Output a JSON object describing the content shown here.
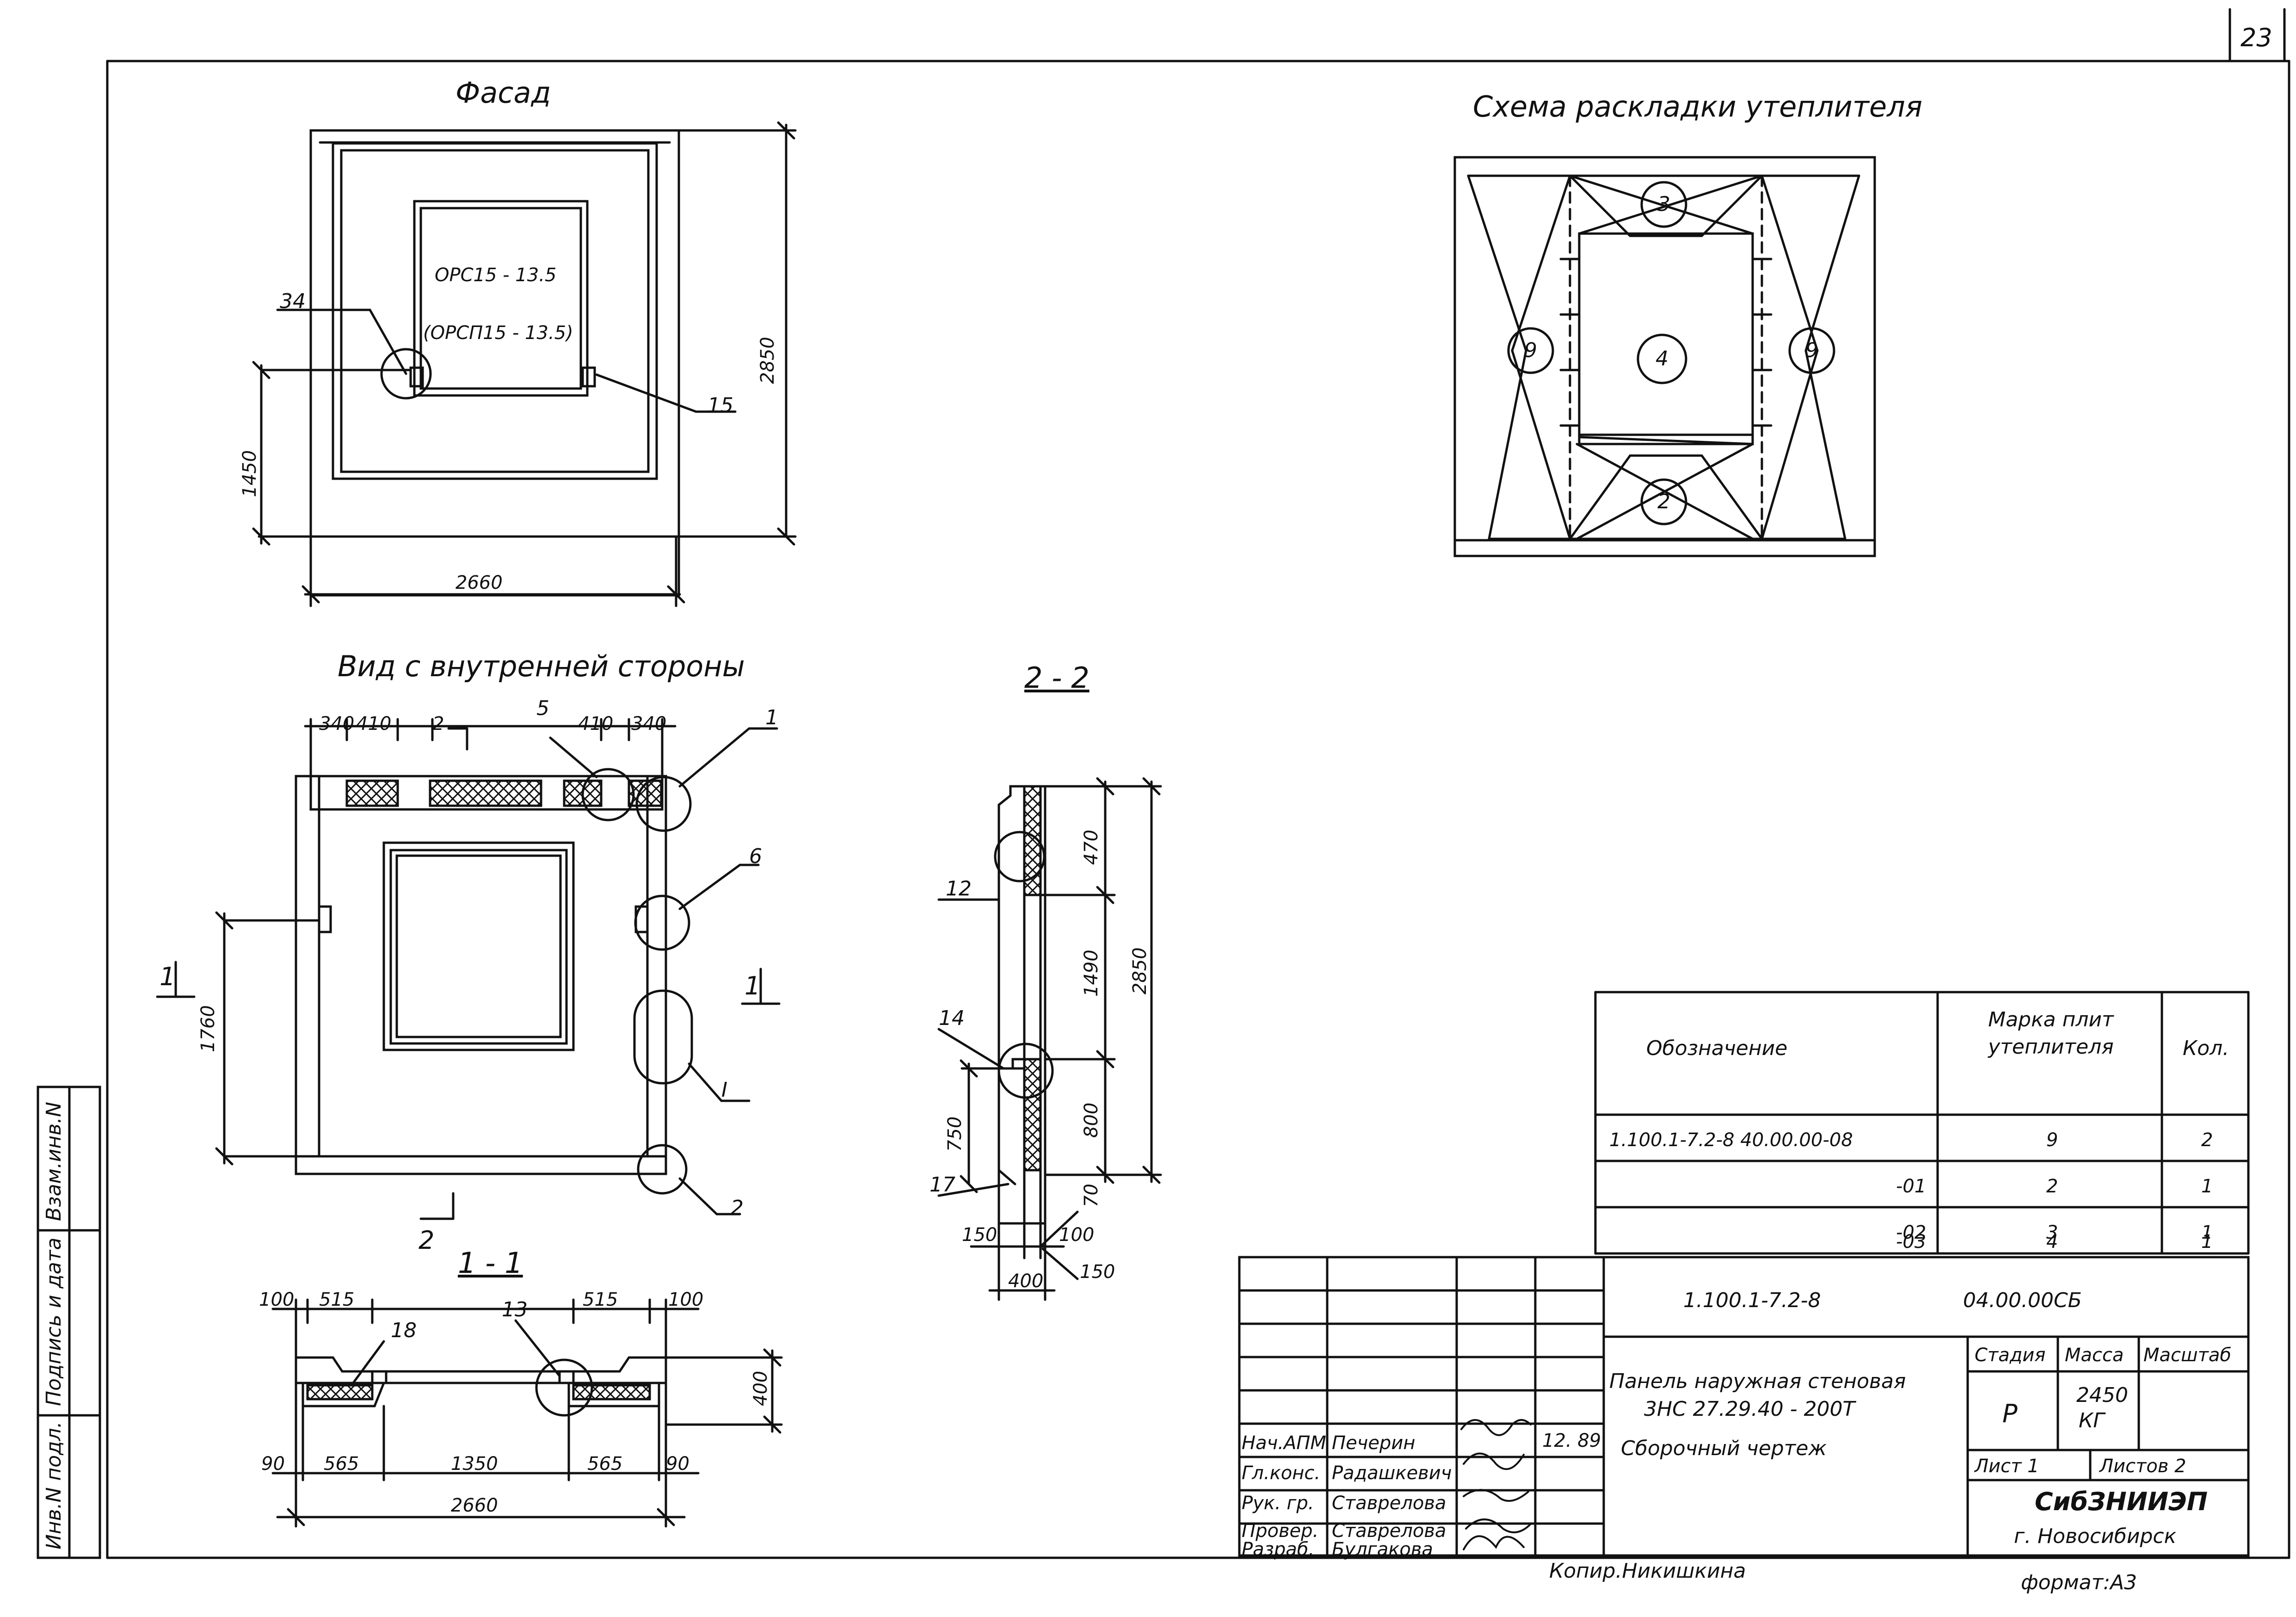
{
  "sheet": {
    "page_number": "23",
    "copied_by": "Копир.Никишкина",
    "format": "формат:А3"
  },
  "side_stamp": {
    "inv_no": "Инв.N подл.",
    "sign_date": "Подпись и дата",
    "replace_inv": "Взам.инв.N"
  },
  "facade": {
    "title": "Фасад",
    "window_mark": "ОРС15 - 13.5",
    "window_mark_alt": "(ОРСП15 - 13.5)",
    "callout_left": "34",
    "callout_right": "15",
    "dim_height": "2850",
    "dim_window_base": "1450",
    "dim_width": "2660"
  },
  "insulation_scheme": {
    "title": "Схема раскладки утеплителя",
    "pos_top": "3",
    "pos_left": "9",
    "pos_right": "9",
    "pos_center": "4",
    "pos_bottom": "2"
  },
  "inner_view": {
    "title": "Вид с внутренней стороны",
    "dims_top": [
      "340",
      "410",
      "2",
      "410",
      "340"
    ],
    "callout_5": "5",
    "callout_1": "1",
    "callout_6": "6",
    "callout_i": "I",
    "callout_2": "2",
    "dim_left": "1760",
    "cut_mark_left": "1",
    "cut_mark_right": "1",
    "cut_mark_bottom": "2"
  },
  "section_2_2": {
    "title": "2 - 2",
    "callout_12": "12",
    "callout_14": "14",
    "callout_17": "17",
    "dim_470": "470",
    "dim_1490": "1490",
    "dim_2850": "2850",
    "dim_800": "800",
    "dim_750": "750",
    "dim_70": "70",
    "dim_150a": "150",
    "dim_100": "100",
    "dim_150b": "150",
    "dim_400": "400"
  },
  "section_1_1": {
    "title": "1 - 1",
    "dim_100a": "100",
    "dim_515a": "515",
    "dim_515b": "515",
    "dim_100b": "100",
    "callout_18": "18",
    "callout_13": "13",
    "dim_400": "400",
    "dim_90a": "90",
    "dim_565a": "565",
    "dim_1350": "1350",
    "dim_565b": "565",
    "dim_90b": "90",
    "dim_2660": "2660"
  },
  "spec_table": {
    "headers": [
      "Обозначение",
      "Марка плит утеплителя",
      "Кол."
    ],
    "rows": [
      {
        "designation": "1.100.1-7.2-8    40.00.00-08",
        "mark": "9",
        "qty": "2"
      },
      {
        "designation": "-01",
        "mark": "2",
        "qty": "1"
      },
      {
        "designation": "-02",
        "mark": "3",
        "qty": "1"
      },
      {
        "designation": "-03",
        "mark": "4",
        "qty": "1"
      }
    ]
  },
  "title_block": {
    "doc_code": "1.100.1-7.2-8",
    "doc_number": "04.00.00СБ",
    "name_line1": "Панель наружная стеновая",
    "name_line2": "3НС 27.29.40 - 200Т",
    "name_line3": "Сборочный чертеж",
    "stage_label": "Стадия",
    "mass_label": "Масса",
    "scale_label": "Масштаб",
    "stage": "Р",
    "mass": "2450",
    "mass_unit": "КГ",
    "sheet_label": "Лист 1",
    "sheets_label": "Листов 2",
    "org": "СибЗНИИЭП",
    "city": "г. Новосибирск",
    "date": "12. 89",
    "signers": [
      {
        "role": "Нач.АПМ",
        "name": "Печерин"
      },
      {
        "role": "Гл.конс.",
        "name": "Радашкевич"
      },
      {
        "role": "Рук. гр.",
        "name": "Ставрелова"
      },
      {
        "role": "Провер.",
        "name": "Ставрелова"
      },
      {
        "role": "Разраб.",
        "name": "Булгакова"
      }
    ]
  }
}
